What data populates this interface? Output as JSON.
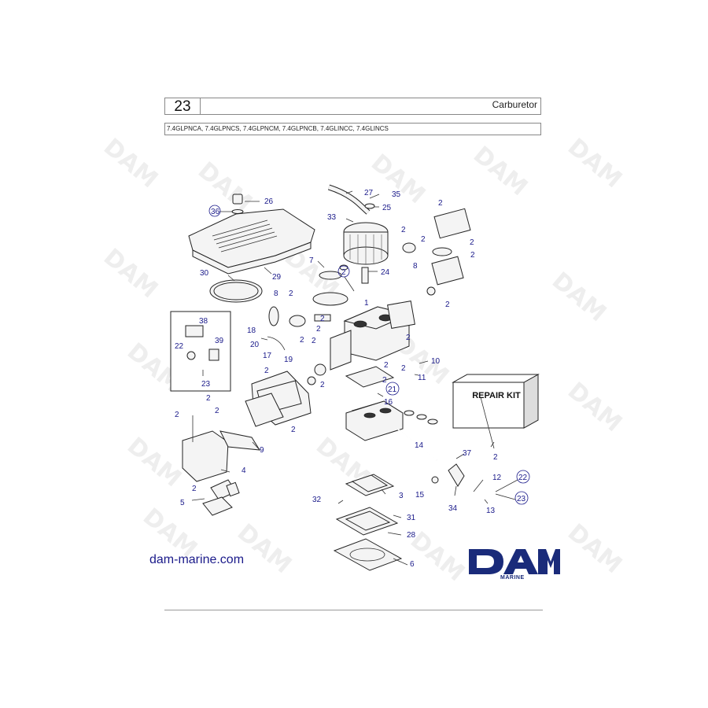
{
  "header": {
    "page_number": "23",
    "title": "Carburetor",
    "models": "7.4GLPNCA, 7.4GLPNCS, 7.4GLPNCM, 7.4GLPNCB, 7.4GLINCC, 7.4GLINCS"
  },
  "repair_kit": {
    "label": "REPAIR KIT"
  },
  "footer": {
    "website": "dam-marine.com",
    "brand": "DAM",
    "brand_sub": "MARINE"
  },
  "callouts": [
    "26",
    "36",
    "27",
    "35",
    "25",
    "33",
    "29",
    "30",
    "7",
    "24",
    "8",
    "2",
    "1",
    "38",
    "39",
    "22",
    "23",
    "18",
    "20",
    "17",
    "19",
    "10",
    "11",
    "21",
    "16",
    "9",
    "4",
    "5",
    "14",
    "37",
    "12",
    "13",
    "34",
    "15",
    "3",
    "32",
    "31",
    "28",
    "6"
  ],
  "watermark": "DAM"
}
